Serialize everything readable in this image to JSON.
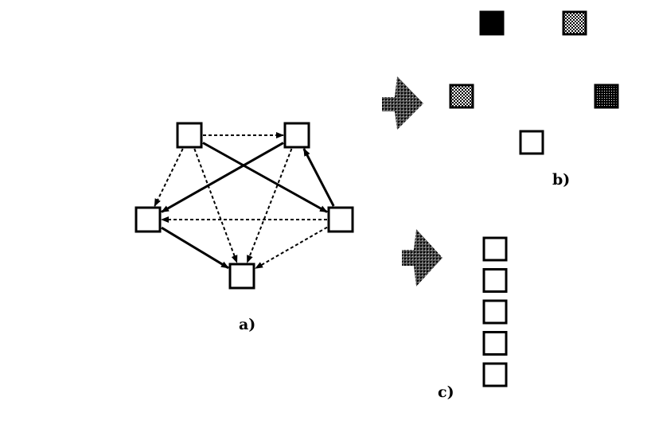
{
  "panels": {
    "a": {
      "caption": "a)",
      "nodes": [
        "n1",
        "n2",
        "n3",
        "n4",
        "n5"
      ],
      "edges": [
        {
          "from": "n1",
          "to": "n2",
          "style": "dashed"
        },
        {
          "from": "n1",
          "to": "n3",
          "style": "dashed"
        },
        {
          "from": "n1",
          "to": "n4",
          "style": "solid"
        },
        {
          "from": "n1",
          "to": "n5",
          "style": "dashed"
        },
        {
          "from": "n3",
          "to": "n2",
          "style": "solid"
        },
        {
          "from": "n2",
          "to": "n5",
          "style": "solid"
        },
        {
          "from": "n4",
          "to": "n2",
          "style": "dashed"
        },
        {
          "from": "n4",
          "to": "n3",
          "style": "solid"
        },
        {
          "from": "n3",
          "to": "n5",
          "style": "dashed"
        },
        {
          "from": "n4",
          "to": "n5",
          "style": "dashed"
        }
      ]
    },
    "b": {
      "caption": "b)",
      "blocks": [
        {
          "fill": "solid"
        },
        {
          "fill": "crosshatch"
        },
        {
          "fill": "crosshatch"
        },
        {
          "fill": "dense"
        },
        {
          "fill": "empty"
        }
      ]
    },
    "c": {
      "caption": "c)",
      "blocks": [
        {
          "fill": "empty"
        },
        {
          "fill": "empty"
        },
        {
          "fill": "empty"
        },
        {
          "fill": "empty"
        },
        {
          "fill": "empty"
        }
      ]
    }
  }
}
